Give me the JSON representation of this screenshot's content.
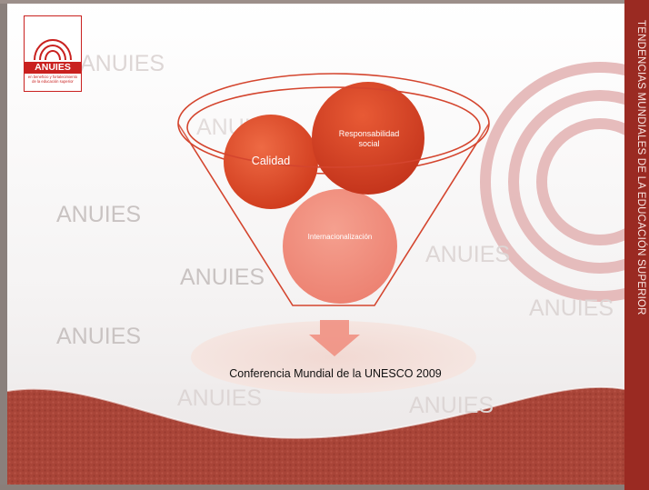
{
  "logo": {
    "name": "ANUIES",
    "tagline": "en beneficio y fortalecimiento de la educación superior"
  },
  "side_title": "TENDENCIAS MUNDIALES DE LA EDUCACIÓN SUPERIOR",
  "watermark_text": "ANUIES",
  "funnel": {
    "items": [
      {
        "label": "Calidad"
      },
      {
        "label": "Responsabilidad social"
      },
      {
        "label": "Internacionalización"
      }
    ],
    "output_label": "Conferencia Mundial de la UNESCO 2009"
  },
  "colors": {
    "accent_red": "#d63d22",
    "right_band": "#9a2a22",
    "bottom_band": "#a84236"
  }
}
